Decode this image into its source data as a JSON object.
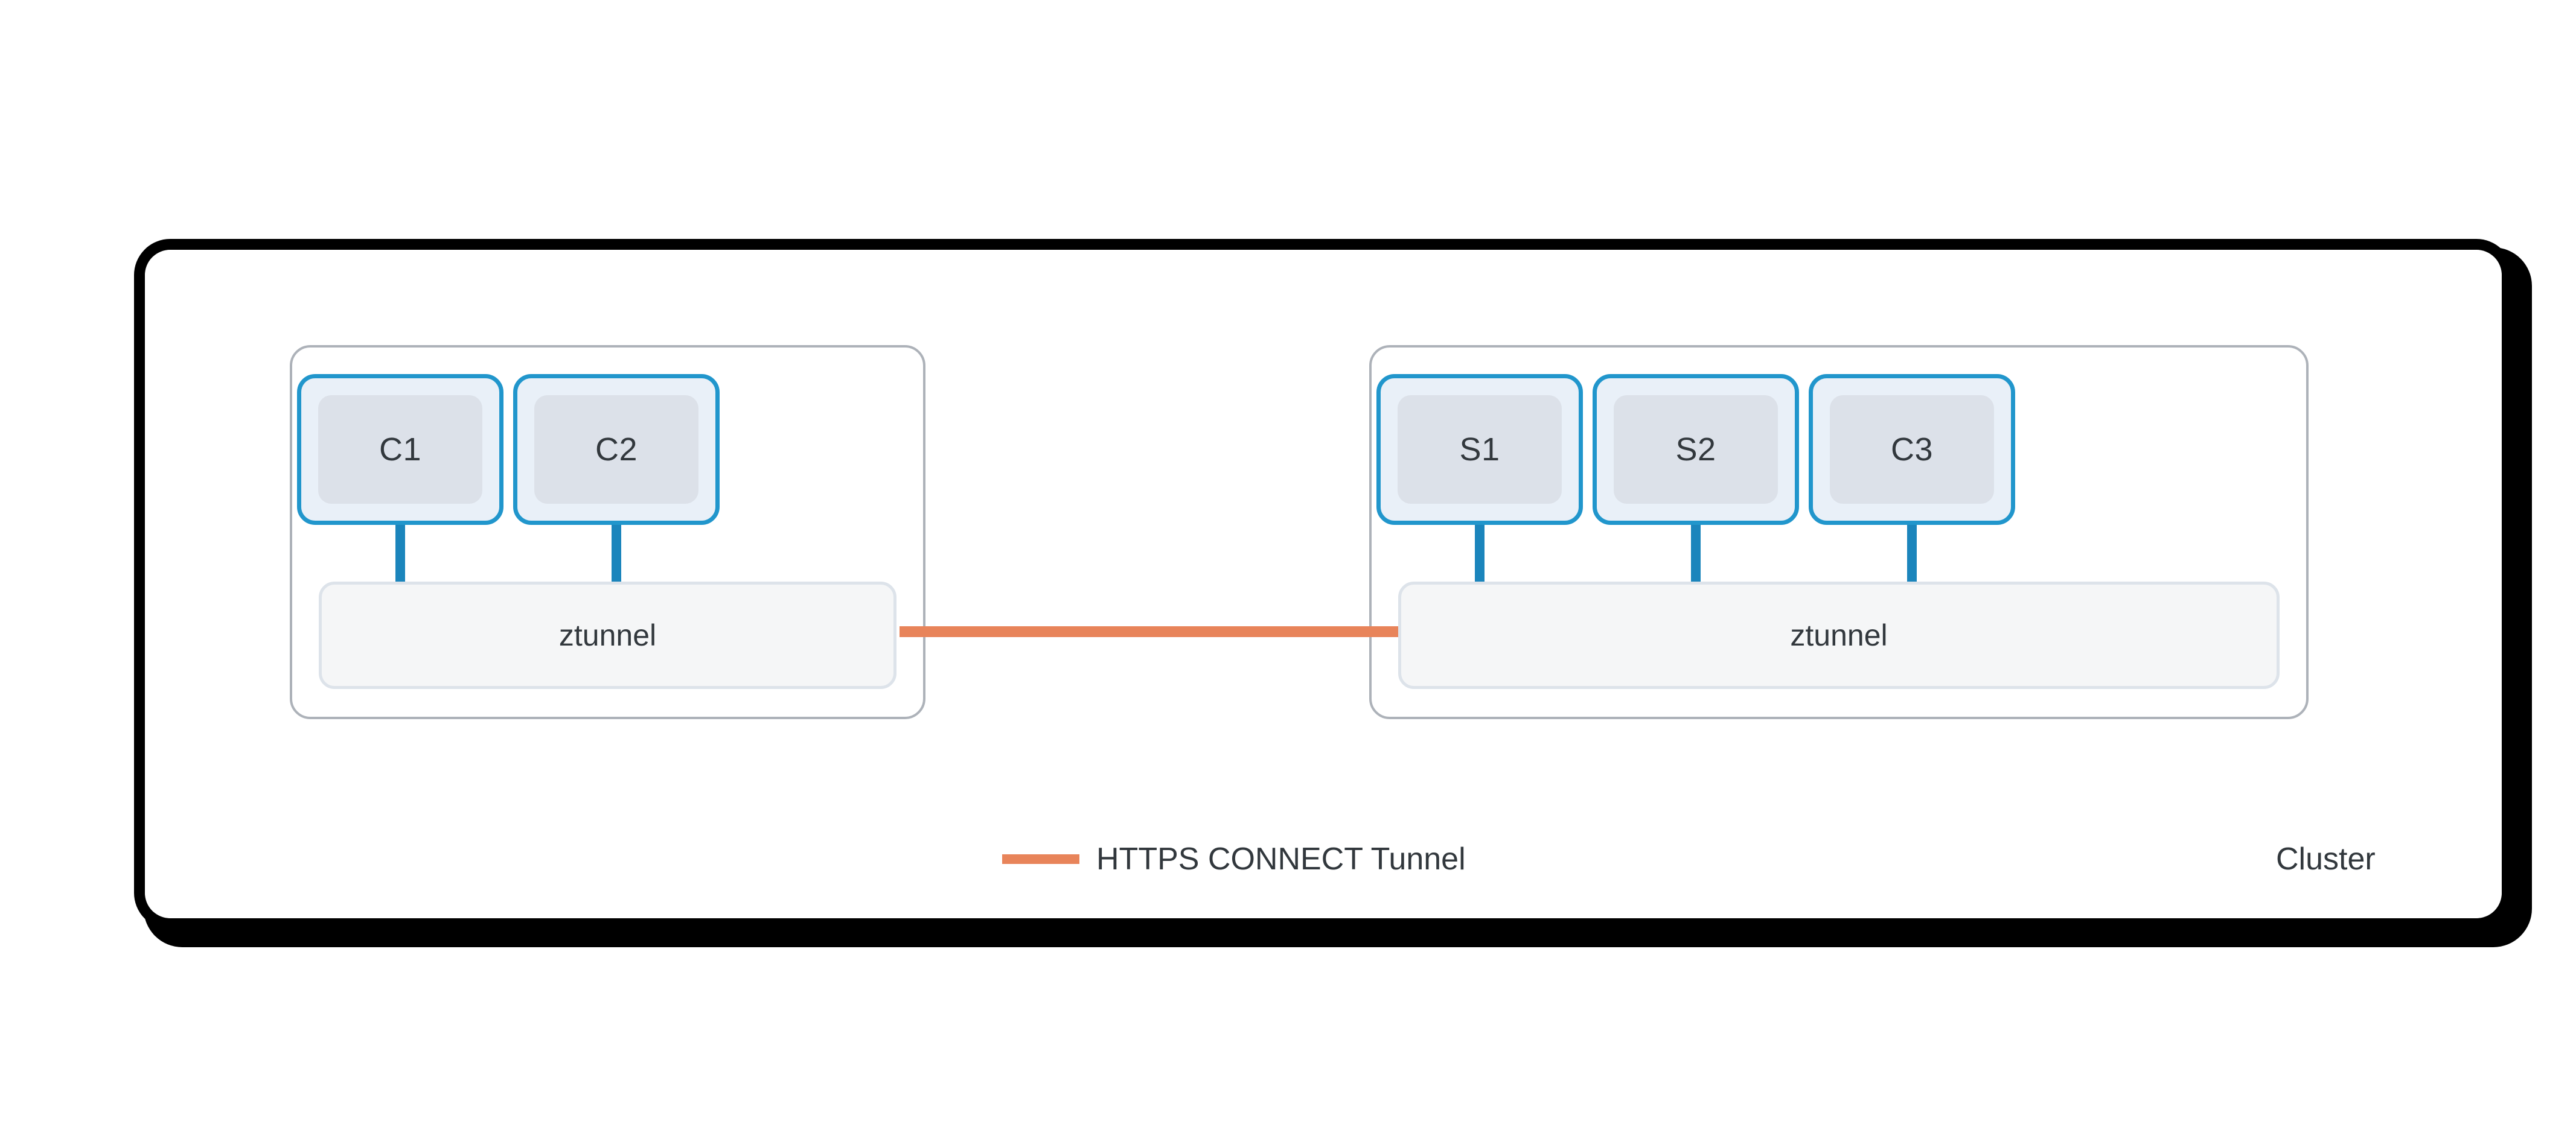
{
  "diagram": {
    "title": "Cluster",
    "colors": {
      "cluster_border": "#000000",
      "node_border": "#adb2b9",
      "pod_border": "#2196cc",
      "pod_fill": "#e9f0f8",
      "pod_inner_fill": "#dce1e9",
      "ztunnel_fill": "#f5f6f7",
      "ztunnel_border": "#dde3ea",
      "stem": "#1b85bc",
      "tunnel": "#e8845a",
      "text": "#32383d",
      "background": "#ffffff"
    },
    "nodes": [
      {
        "id": "node-left",
        "pods": [
          {
            "label": "C1"
          },
          {
            "label": "C2"
          }
        ],
        "ztunnel_label": "ztunnel"
      },
      {
        "id": "node-right",
        "pods": [
          {
            "label": "S1"
          },
          {
            "label": "S2"
          },
          {
            "label": "C3"
          }
        ],
        "ztunnel_label": "ztunnel"
      }
    ],
    "connection": {
      "label": "HTTPS CONNECT Tunnel",
      "color": "#e8845a"
    },
    "legend": {
      "items": [
        {
          "label": "HTTPS CONNECT Tunnel",
          "swatch": "#e8845a",
          "swatch_icon": "line-swatch-icon"
        }
      ]
    },
    "caption": "Cluster"
  }
}
